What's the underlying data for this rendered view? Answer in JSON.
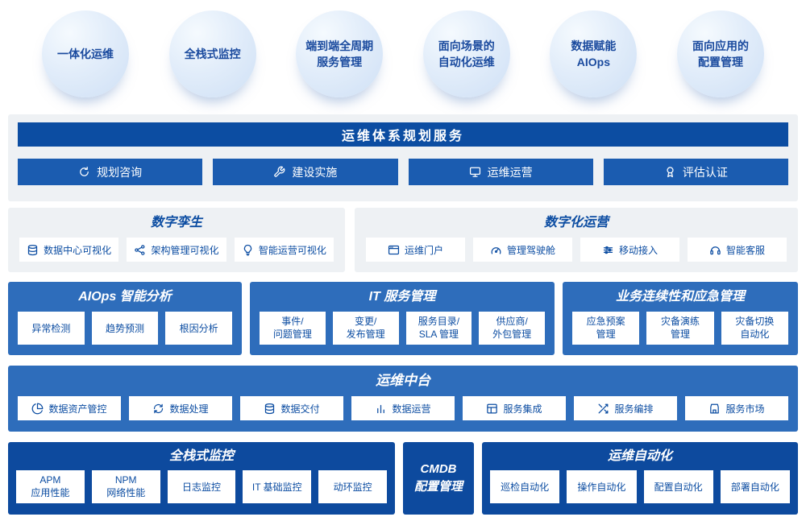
{
  "colors": {
    "header_blue": "#0c4da2",
    "button_blue": "#1b5cb0",
    "panel_blue": "#2e6dbb",
    "panel_dark_blue": "#0d4a9e",
    "panel_gray": "#eef1f4",
    "text_blue": "#0c4da2",
    "bubble_fill": "#dce9f9",
    "bubble_text": "#1a4a9e"
  },
  "bubbles": [
    {
      "lines": [
        "一体化运维"
      ]
    },
    {
      "lines": [
        "全栈式监控"
      ]
    },
    {
      "lines": [
        "端到端全周期",
        "服务管理"
      ]
    },
    {
      "lines": [
        "面向场景的",
        "自动化运维"
      ]
    },
    {
      "lines": [
        "数据赋能",
        "AIOps"
      ]
    },
    {
      "lines": [
        "面向应用的",
        "配置管理"
      ]
    }
  ],
  "sections": {
    "planning": {
      "title": "运维体系规划服务",
      "items": [
        {
          "label": "规划咨询",
          "icon": "refresh-icon"
        },
        {
          "label": "建设实施",
          "icon": "wrench-icon"
        },
        {
          "label": "运维运营",
          "icon": "monitor-icon"
        },
        {
          "label": "评估认证",
          "icon": "award-icon"
        }
      ]
    },
    "digital_twin": {
      "title": "数字孪生",
      "items": [
        {
          "label": "数据中心可视化",
          "icon": "database-icon"
        },
        {
          "label": "架构管理可视化",
          "icon": "topology-icon"
        },
        {
          "label": "智能运营可视化",
          "icon": "bulb-icon"
        }
      ]
    },
    "digital_operation": {
      "title": "数字化运营",
      "items": [
        {
          "label": "运维门户",
          "icon": "portal-window-icon"
        },
        {
          "label": "管理驾驶舱",
          "icon": "gauge-icon"
        },
        {
          "label": "移动接入",
          "icon": "sliders-icon"
        },
        {
          "label": "智能客服",
          "icon": "headset-icon"
        }
      ]
    },
    "aiops": {
      "title": "AIOps 智能分析",
      "items": [
        {
          "label": "异常检测"
        },
        {
          "label": "趋势预测"
        },
        {
          "label": "根因分析"
        }
      ]
    },
    "itsm": {
      "title": "IT 服务管理",
      "items": [
        {
          "lines": [
            "事件/",
            "问题管理"
          ]
        },
        {
          "lines": [
            "变更/",
            "发布管理"
          ]
        },
        {
          "lines": [
            "服务目录/",
            "SLA 管理"
          ]
        },
        {
          "lines": [
            "供应商/",
            "外包管理"
          ]
        }
      ]
    },
    "bcm": {
      "title": "业务连续性和应急管理",
      "items": [
        {
          "lines": [
            "应急预案",
            "管理"
          ]
        },
        {
          "lines": [
            "灾备演练",
            "管理"
          ]
        },
        {
          "lines": [
            "灾备切换",
            "自动化"
          ]
        }
      ]
    },
    "middle_platform": {
      "title": "运维中台",
      "items": [
        {
          "label": "数据资产管控",
          "icon": "pie-chart-icon"
        },
        {
          "label": "数据处理",
          "icon": "cycle-icon"
        },
        {
          "label": "数据交付",
          "icon": "database-icon"
        },
        {
          "label": "数据运营",
          "icon": "bar-chart-icon"
        },
        {
          "label": "服务集成",
          "icon": "layout-icon"
        },
        {
          "label": "服务编排",
          "icon": "shuffle-icon"
        },
        {
          "label": "服务市场",
          "icon": "store-icon"
        }
      ]
    },
    "monitoring": {
      "title": "全栈式监控",
      "items": [
        {
          "lines": [
            "APM",
            "应用性能"
          ]
        },
        {
          "lines": [
            "NPM",
            "网络性能"
          ]
        },
        {
          "lines": [
            "日志监控"
          ]
        },
        {
          "lines": [
            "IT 基础监控"
          ]
        },
        {
          "lines": [
            "动环监控"
          ]
        }
      ]
    },
    "cmdb": {
      "lines": [
        "CMDB",
        "配置管理"
      ]
    },
    "automation": {
      "title": "运维自动化",
      "items": [
        {
          "label": "巡检自动化"
        },
        {
          "label": "操作自动化"
        },
        {
          "label": "配置自动化"
        },
        {
          "label": "部署自动化"
        }
      ]
    }
  }
}
